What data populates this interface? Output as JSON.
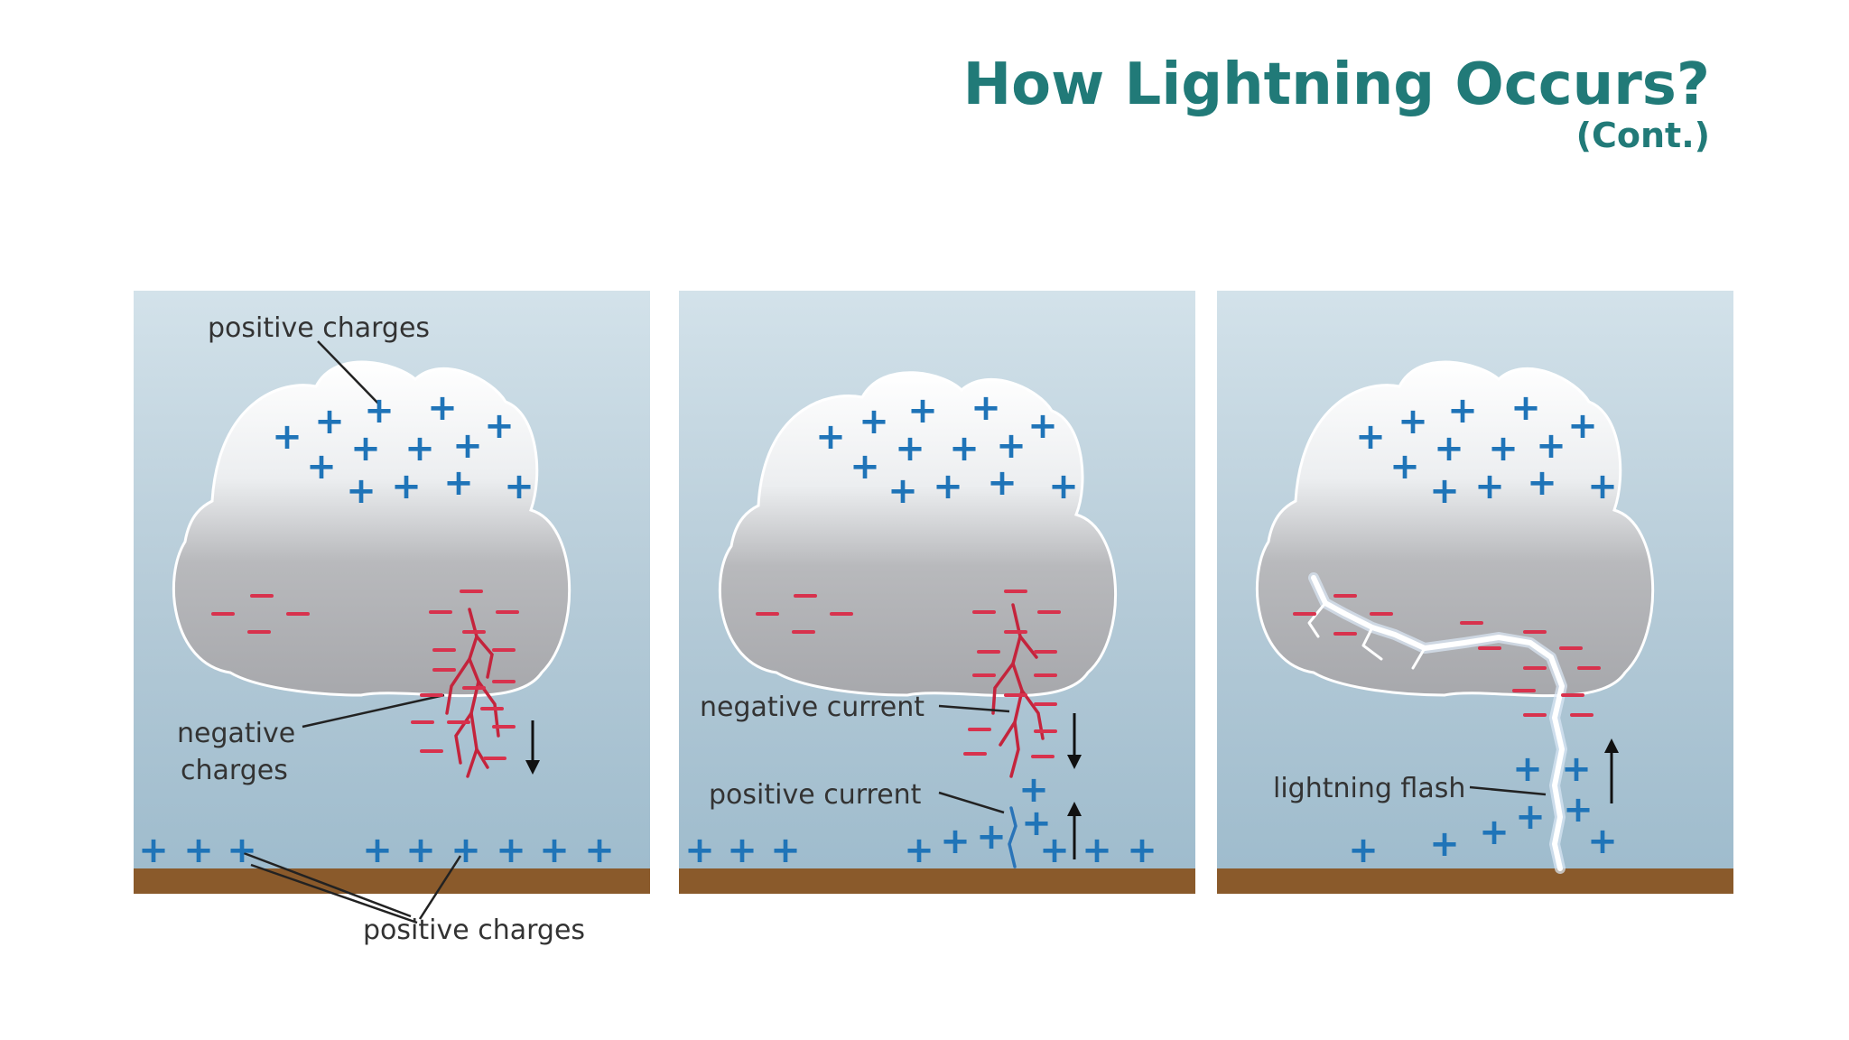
{
  "header": {
    "title": "How Lightning Occurs?",
    "subtitle": "(Cont.)"
  },
  "panels": [
    {
      "labels": {
        "positive_charges_top": "positive charges",
        "negative_charges_line1": "negative",
        "negative_charges_line2": "charges",
        "positive_charges_bottom": "positive charges"
      }
    },
    {
      "labels": {
        "negative_current": "negative current",
        "positive_current": "positive current"
      }
    },
    {
      "labels": {
        "lightning_flash": "lightning flash"
      }
    }
  ],
  "symbols": {
    "positive": "+",
    "negative": "−"
  },
  "colors": {
    "title": "#217a78",
    "positive": "#1f74b8",
    "negative": "#d8324d",
    "ground": "#8a5a2b",
    "sky_top": "#cfdfe8",
    "sky_bottom": "#9bb8ca",
    "leader_red": "#c4243c",
    "flash": "#ffffff"
  }
}
